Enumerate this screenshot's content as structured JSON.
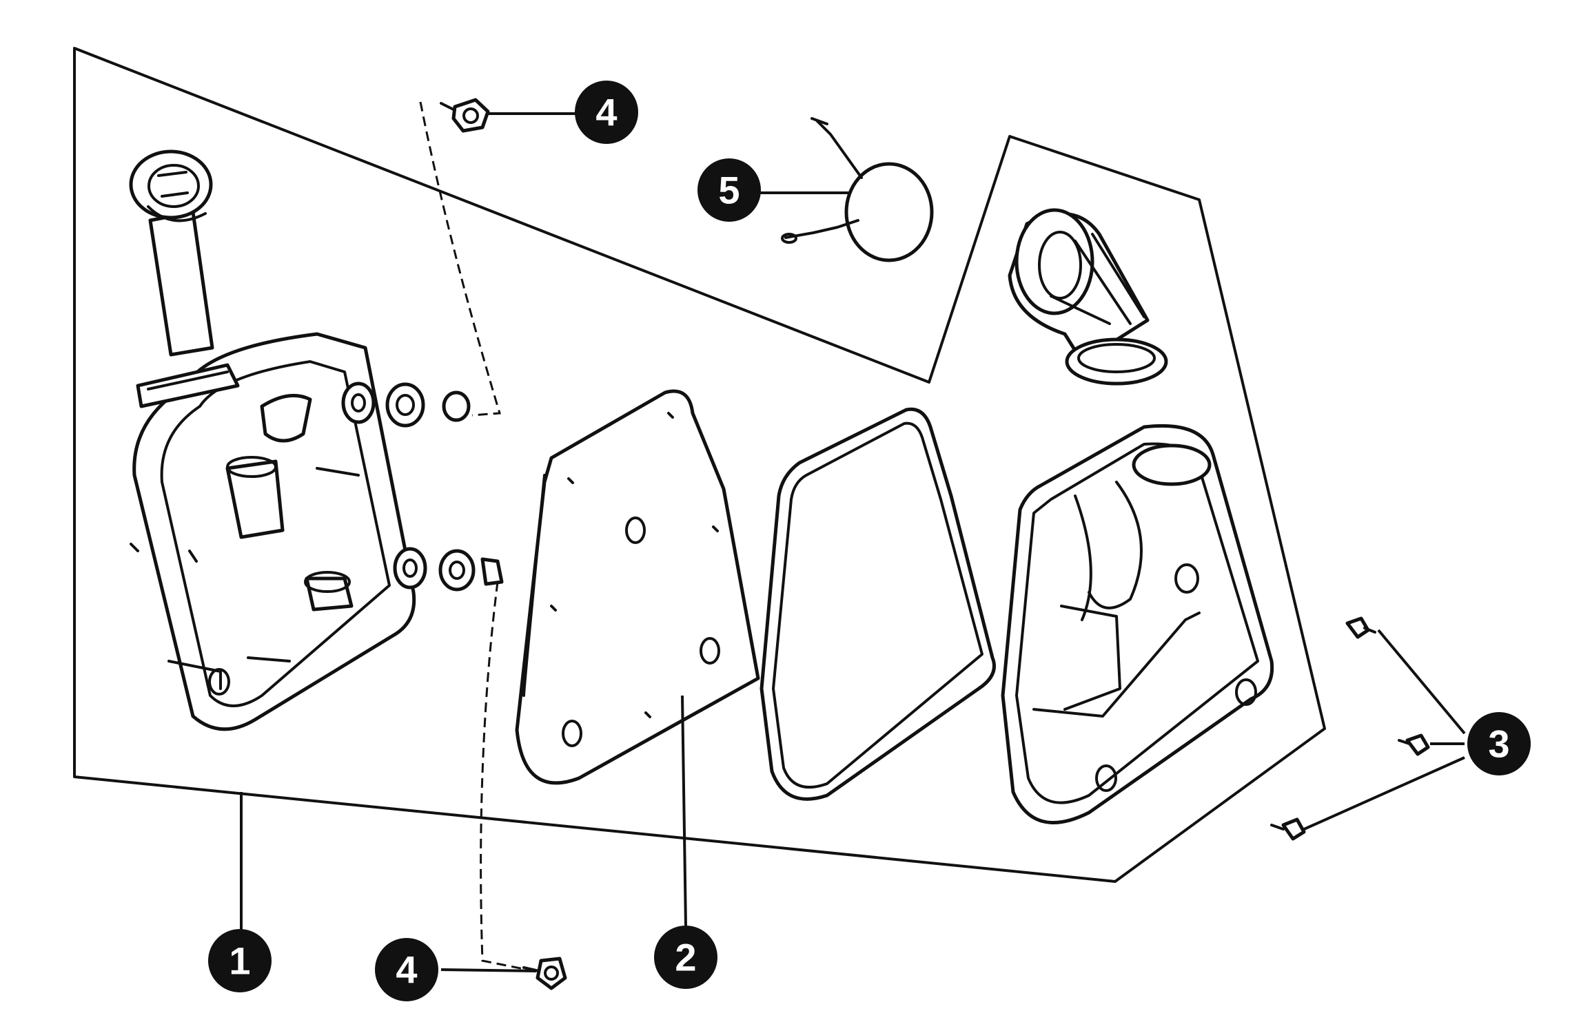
{
  "callouts": [
    {
      "id": "1",
      "label": "1"
    },
    {
      "id": "2",
      "label": "2"
    },
    {
      "id": "3",
      "label": "3"
    },
    {
      "id": "4a",
      "label": "4"
    },
    {
      "id": "4b",
      "label": "4"
    },
    {
      "id": "5",
      "label": "5"
    }
  ],
  "colors": {
    "line": "#111111",
    "badge": "#111111",
    "badge_text": "#ffffff",
    "background": "#ffffff"
  }
}
